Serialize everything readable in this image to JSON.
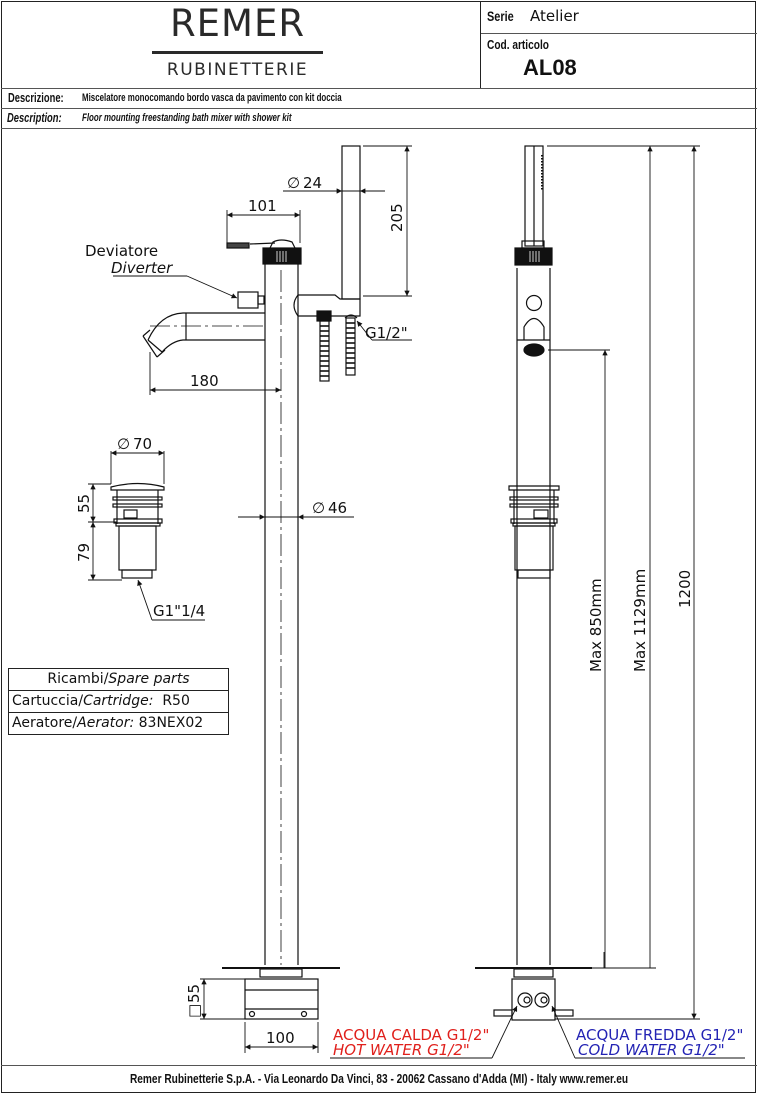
{
  "header": {
    "brand": "REMER",
    "brand_sub": "RUBINETTERIE",
    "serie_label": "Serie",
    "serie_value": "Atelier",
    "code_label": "Cod. articolo",
    "code_value": "AL08"
  },
  "description": {
    "it_label": "Descrizione:",
    "it_text": "Miscelatore monocomando bordo vasca da pavimento con kit doccia",
    "en_label": "Description:",
    "en_text": "Floor mounting freestanding bath mixer with shower kit"
  },
  "annotations": {
    "diverter_it": "Deviatore",
    "diverter_en": "Diverter",
    "handshower_diameter": "24",
    "lever_length": "101",
    "handshower_height": "205",
    "hose_thread": "G1/2\"",
    "spout_reach": "180",
    "waste_diameter": "70",
    "waste_upper_height": "55",
    "waste_lower_height": "79",
    "waste_thread": "G1\"1/4",
    "column_diameter": "46",
    "base_square": "55",
    "base_width": "100",
    "max_spout_height": "Max 850mm",
    "max_shower_height": "Max 1129mm",
    "total_height": "1200",
    "hot_water_it": "ACQUA CALDA G1/2\"",
    "hot_water_en": "HOT WATER G1/2\"",
    "cold_water_it": "ACQUA FREDDA G1/2\"",
    "cold_water_en": "COLD WATER G1/2\""
  },
  "spare_parts": {
    "title_it": "Ricambi/",
    "title_en": "Spare parts",
    "rows": [
      {
        "label_it": "Cartuccia/",
        "label_en": "Cartridge:",
        "value": "R50"
      },
      {
        "label_it": "Aeratore/",
        "label_en": "Aerator:",
        "value": "83NEX02"
      }
    ]
  },
  "colors": {
    "hot": "#e0201c",
    "cold": "#2323b4"
  },
  "footer": {
    "text": "Remer Rubinetterie S.p.A. - Via Leonardo Da Vinci, 83 - 20062 Cassano d'Adda (MI) - Italy www.remer.eu"
  }
}
